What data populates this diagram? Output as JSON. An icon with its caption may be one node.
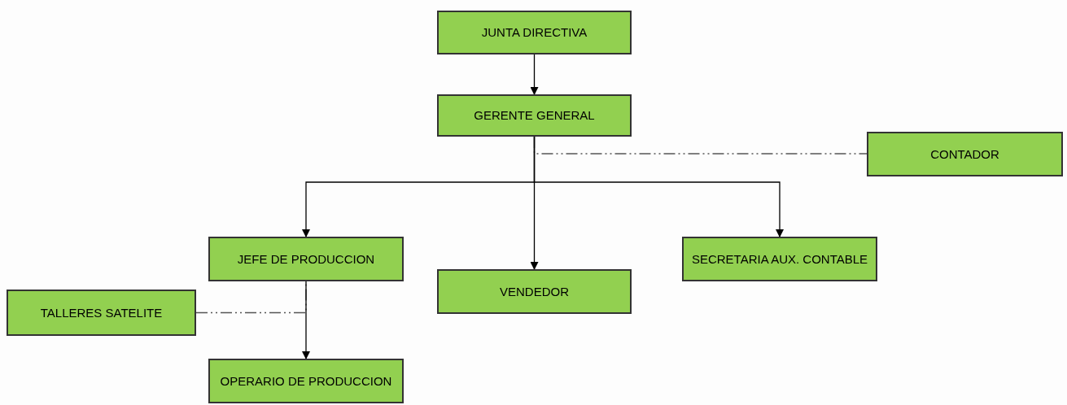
{
  "diagram": {
    "nodes": [
      {
        "text": [
          "JUNTA DIRECTIVA"
        ]
      },
      {
        "text": [
          "GERENTE GENERAL"
        ]
      },
      {
        "text": [
          "CONTADOR"
        ]
      },
      {
        "text": [
          "JEFE DE PRODUCCION"
        ]
      },
      {
        "text": [
          "VENDEDOR"
        ]
      },
      {
        "text": [
          "SECRETARIA AUX. CONTABLE"
        ]
      },
      {
        "text": [
          "TALLERES SATELITE"
        ]
      },
      {
        "text": [
          "OPERARIO DE PRODUCCION"
        ]
      }
    ],
    "edges": [
      {
        "from": 0,
        "to": 1,
        "arrow": "to"
      },
      {
        "from": 1,
        "to": 2,
        "arrow": "none",
        "style": "dashed"
      },
      {
        "from": 1,
        "to": 3,
        "arrow": "to"
      },
      {
        "from": 1,
        "to": 4,
        "arrow": "to"
      },
      {
        "from": 1,
        "to": 5,
        "arrow": "to"
      },
      {
        "from": 6,
        "to": 3,
        "arrow": "none",
        "style": "dashed"
      },
      {
        "from": 3,
        "to": 7,
        "arrow": "to"
      }
    ]
  }
}
